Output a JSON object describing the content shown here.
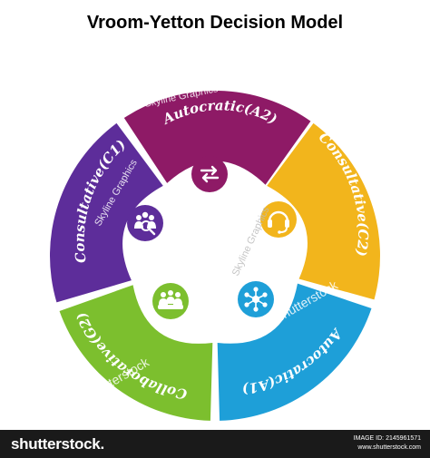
{
  "title": "Vroom-Yetton Decision Model",
  "segments": [
    {
      "label": "Autocratic(A2)",
      "color": "#8e1a66",
      "icon": "arrows-exchange-icon"
    },
    {
      "label": "Consultative(C2)",
      "color": "#f2b51c",
      "icon": "headset-icon"
    },
    {
      "label": "Autocratic(A1)",
      "color": "#1e9fd8",
      "icon": "network-person-icon"
    },
    {
      "label": "Collaborative(G2)",
      "color": "#7cbf2e",
      "icon": "group-meeting-icon"
    },
    {
      "label": "Consultative(C1)",
      "color": "#5d2d9a",
      "icon": "people-search-icon"
    }
  ],
  "watermark": {
    "text": "Skyline Graphics",
    "stock": "shutterstock"
  },
  "footer": {
    "brand": "shutterstock",
    "brand_suffix": ".",
    "image_id_label": "IMAGE ID: 2145961571",
    "site": "www.shutterstock.com"
  }
}
